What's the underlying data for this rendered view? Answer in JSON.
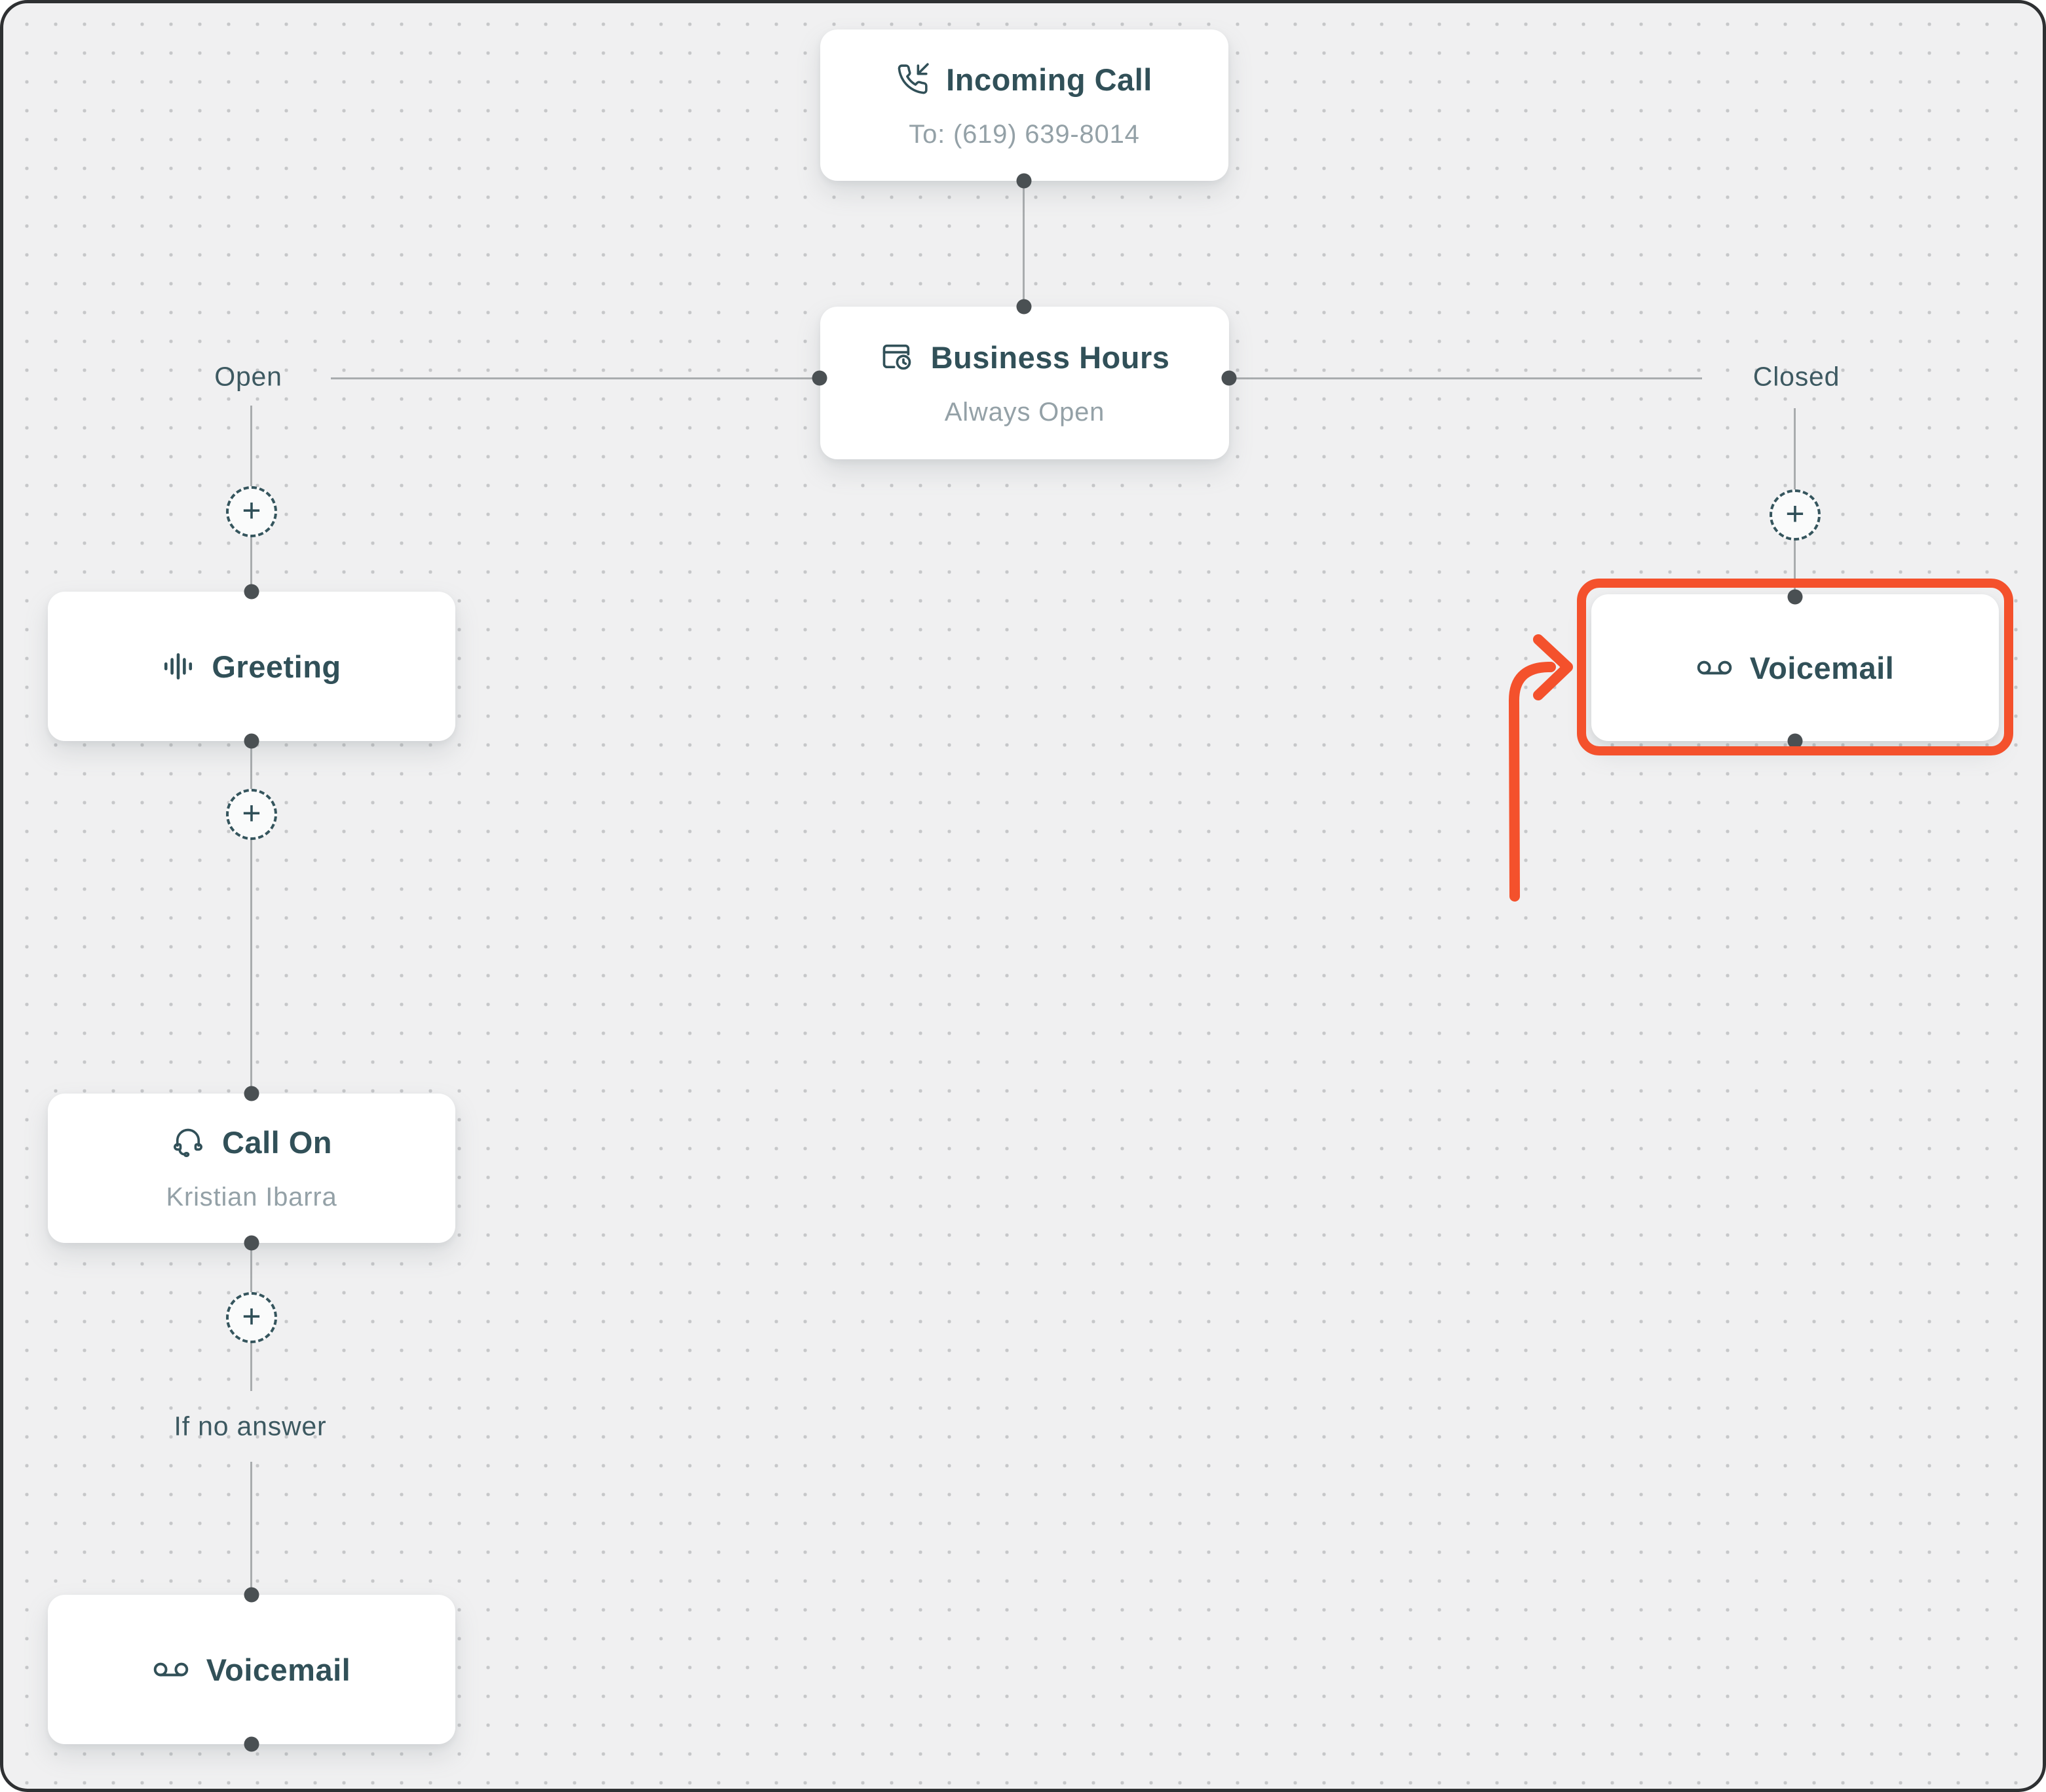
{
  "canvas": {
    "background_color": "#f0f0f1",
    "grid_dot_color": "#c6c7c9",
    "accent_orange": "#f4512c",
    "title_color": "#315058",
    "subtitle_color": "#94a1a7",
    "edge_color": "#a9acae",
    "port_color": "#4a5053"
  },
  "ui": {
    "add_glyph": "+"
  },
  "nodes": [
    {
      "id": "incoming-call",
      "icon": "phone-incoming-icon",
      "title": "Incoming Call",
      "subtitle": "To: (619) 639-8014"
    },
    {
      "id": "business-hours",
      "icon": "calendar-clock-icon",
      "title": "Business Hours",
      "subtitle": "Always Open"
    },
    {
      "id": "greeting",
      "icon": "audio-waveform-icon",
      "title": "Greeting"
    },
    {
      "id": "call-on",
      "icon": "headset-icon",
      "title": "Call On",
      "subtitle": "Kristian Ibarra"
    },
    {
      "id": "voicemail-left",
      "icon": "voicemail-icon",
      "title": "Voicemail"
    },
    {
      "id": "voicemail-right",
      "icon": "voicemail-icon",
      "title": "Voicemail",
      "highlighted": true
    }
  ],
  "edge_labels": {
    "open": "Open",
    "closed": "Closed",
    "if_no_answer": "If no answer"
  }
}
